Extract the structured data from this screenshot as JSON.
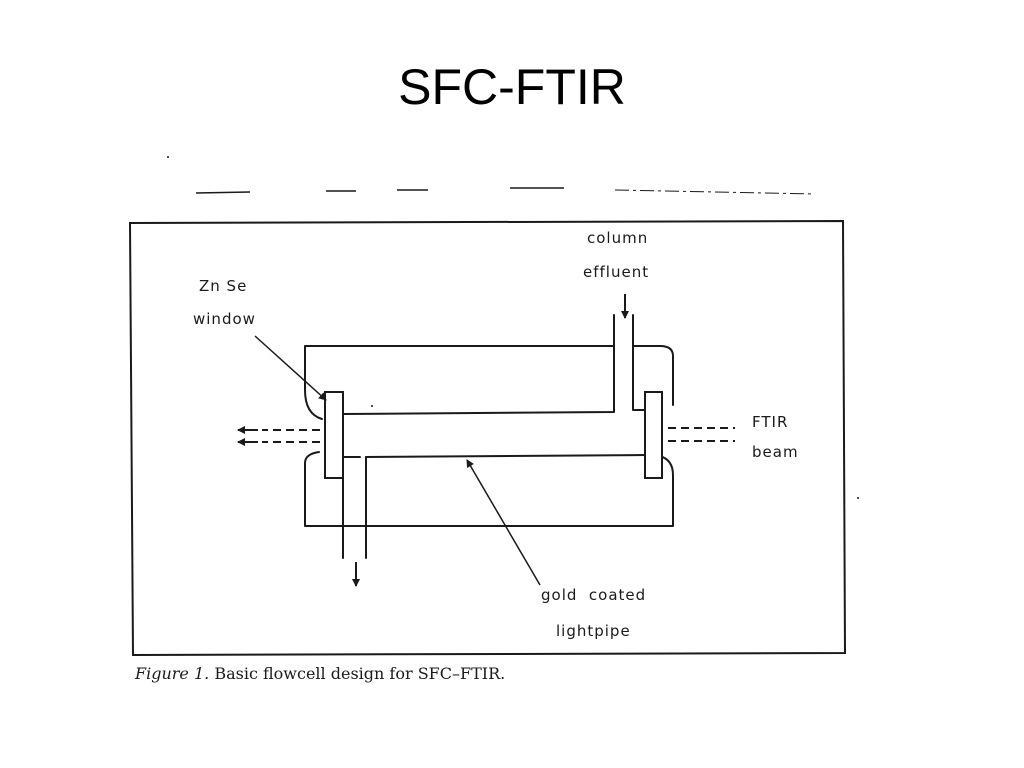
{
  "slide": {
    "title": "SFC-FTIR"
  },
  "figure": {
    "labels": {
      "column_line1": "column",
      "column_line2": "effluent",
      "znse_line1": "Zn Se",
      "znse_line2": "window",
      "ftir_line1": "FTIR",
      "ftir_line2": "beam",
      "gold_line1": "gold  coated",
      "gold_line2": "lightpipe"
    },
    "caption": {
      "lead": "Figure 1.",
      "text": " Basic flowcell design for SFC–FTIR."
    }
  },
  "colors": {
    "ink": "#1a1a1a",
    "background": "#ffffff"
  }
}
